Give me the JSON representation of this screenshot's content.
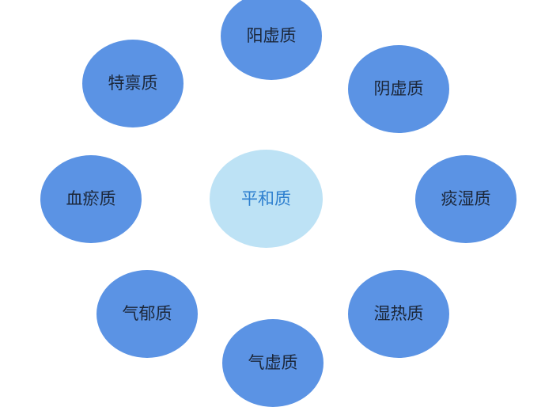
{
  "diagram": {
    "center": {
      "label": "平和质",
      "color": "#bde2f5",
      "text_color": "#2d7fcf"
    },
    "outer_color": "#5b93e4",
    "outer_text_color": "#1b2638",
    "nodes": [
      {
        "key": "yangxu",
        "label": "阳虚质"
      },
      {
        "key": "yinxu",
        "label": "阴虚质"
      },
      {
        "key": "tanshi",
        "label": "痰湿质"
      },
      {
        "key": "shire",
        "label": "湿热质"
      },
      {
        "key": "qixu",
        "label": "气虚质"
      },
      {
        "key": "qiyu",
        "label": "气郁质"
      },
      {
        "key": "xueyu",
        "label": "血瘀质"
      },
      {
        "key": "tebing",
        "label": "特禀质"
      }
    ]
  }
}
